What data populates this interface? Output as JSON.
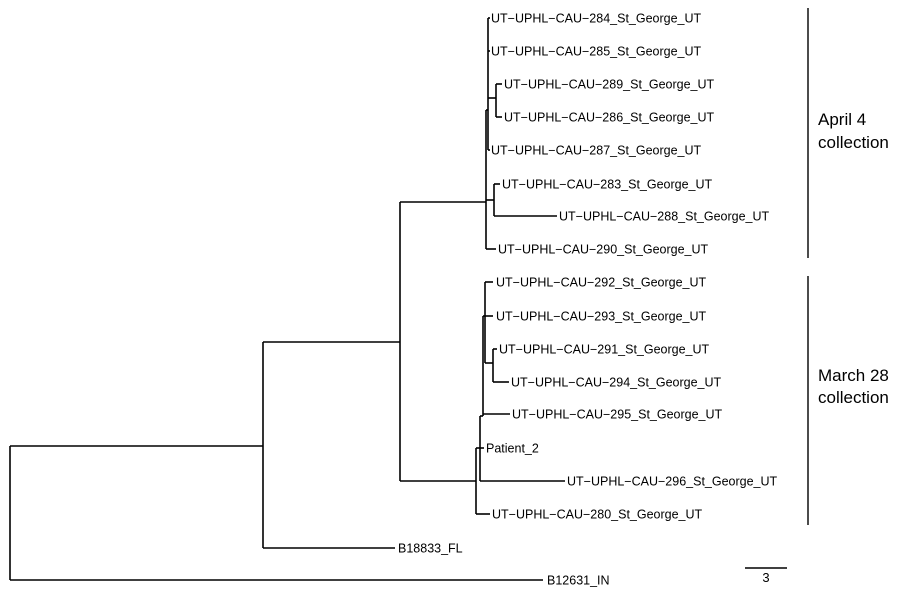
{
  "tips": {
    "t284": "UT−UPHL−CAU−284_St_George_UT",
    "t285": "UT−UPHL−CAU−285_St_George_UT",
    "t289": "UT−UPHL−CAU−289_St_George_UT",
    "t286": "UT−UPHL−CAU−286_St_George_UT",
    "t287": "UT−UPHL−CAU−287_St_George_UT",
    "t283": "UT−UPHL−CAU−283_St_George_UT",
    "t288": "UT−UPHL−CAU−288_St_George_UT",
    "t290": "UT−UPHL−CAU−290_St_George_UT",
    "t292": "UT−UPHL−CAU−292_St_George_UT",
    "t293": "UT−UPHL−CAU−293_St_George_UT",
    "t291": "UT−UPHL−CAU−291_St_George_UT",
    "t294": "UT−UPHL−CAU−294_St_George_UT",
    "t295": "UT−UPHL−CAU−295_St_George_UT",
    "patient2": "Patient_2",
    "t296": "UT−UPHL−CAU−296_St_George_UT",
    "t280": "UT−UPHL−CAU−280_St_George_UT",
    "b18833": "B18833_FL",
    "b12631": "B12631_IN"
  },
  "groups": {
    "april": [
      "April 4",
      "collection"
    ],
    "march": [
      "March 28",
      "collection"
    ]
  },
  "scale_bar": {
    "label": "3"
  }
}
